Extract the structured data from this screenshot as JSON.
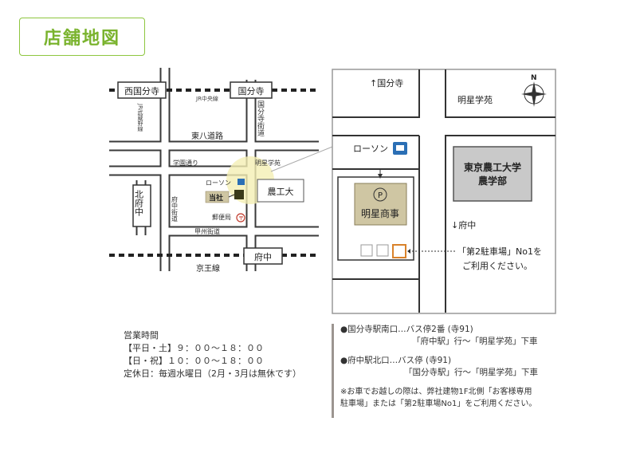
{
  "header": {
    "title": "店舗地図"
  },
  "map_left": {
    "labels": {
      "nishikokubunji": "西国分寺",
      "kokubunji": "国分寺",
      "jr_chuo": "JR中央線",
      "jr_musashino": "JR武蔵野線",
      "higashihachido": "東八道路",
      "kokubunji_kaido": "国分寺街道",
      "gakuen_dori": "学園通り",
      "myojo_gakuen": "明星学苑",
      "lawson": "ローソン",
      "tosha": "当社",
      "nokodai": "農工大",
      "kitafuchu": "北府中",
      "fuchu_kaido": "府中街道",
      "post_office": "郵便局",
      "koshu_kaido": "甲州街道",
      "fuchu": "府中",
      "keio_line": "京王線"
    }
  },
  "map_right": {
    "labels": {
      "to_kokubunji": "↑国分寺",
      "myojo_gakuen": "明星学苑",
      "lawson": "ローソン",
      "university_line1": "東京農工大学",
      "university_line2": "農学部",
      "parking_mark": "P",
      "myojo_shoji": "明星商事",
      "to_fuchu": "↓府中",
      "parking_note_line1": "「第2駐車場」No1を",
      "parking_note_line2": "ご利用ください。",
      "north": "N"
    },
    "colors": {
      "highlight_slot": "#d9822b",
      "building": "#cfc6a3",
      "university": "#c9c9c9"
    }
  },
  "business": {
    "heading": "営業時間",
    "weekday": "【平日・土】９：００〜１８：００",
    "holiday": "【日・祝】１０：００〜１８：００",
    "closed": "定休日：毎週水曜日（2月・3月は無休です）"
  },
  "access": {
    "bus1_line1": "●国分寺駅南口…バス停2番 (寺91)",
    "bus1_line2": "「府中駅」行〜「明星学苑」下車",
    "bus2_line1": "●府中駅北口…バス停 (寺91)",
    "bus2_line2": "「国分寺駅」行〜「明星学苑」下車",
    "note_line1": "※お車でお越しの際は、弊社建物1F北側「お客様専用",
    "note_line2": "駐車場」または「第2駐車場No1」をご利用ください。"
  }
}
